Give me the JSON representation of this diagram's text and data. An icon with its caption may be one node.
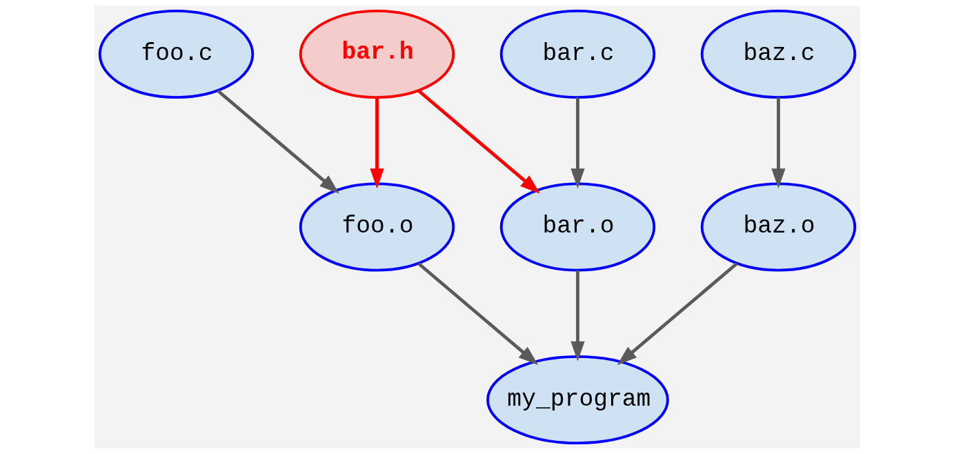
{
  "diagram": {
    "nodes": [
      {
        "text": [
          "foo.c"
        ]
      },
      {
        "text": [
          "bar.h"
        ]
      },
      {
        "text": [
          "bar.c"
        ]
      },
      {
        "text": [
          "baz.c"
        ]
      },
      {
        "text": [
          "foo.o"
        ]
      },
      {
        "text": [
          "bar.o"
        ]
      },
      {
        "text": [
          "baz.o"
        ]
      },
      {
        "text": [
          "my_program"
        ]
      }
    ],
    "edges": [
      {
        "from": 0,
        "to": 4,
        "arrow": "to"
      },
      {
        "from": 1,
        "to": 4,
        "arrow": "to",
        "color": "#ff0000"
      },
      {
        "from": 1,
        "to": 5,
        "arrow": "to",
        "color": "#ff0000"
      },
      {
        "from": 2,
        "to": 5,
        "arrow": "to"
      },
      {
        "from": 3,
        "to": 6,
        "arrow": "to"
      },
      {
        "from": 4,
        "to": 7,
        "arrow": "to"
      },
      {
        "from": 5,
        "to": 7,
        "arrow": "to"
      },
      {
        "from": 6,
        "to": 7,
        "arrow": "to"
      }
    ]
  }
}
